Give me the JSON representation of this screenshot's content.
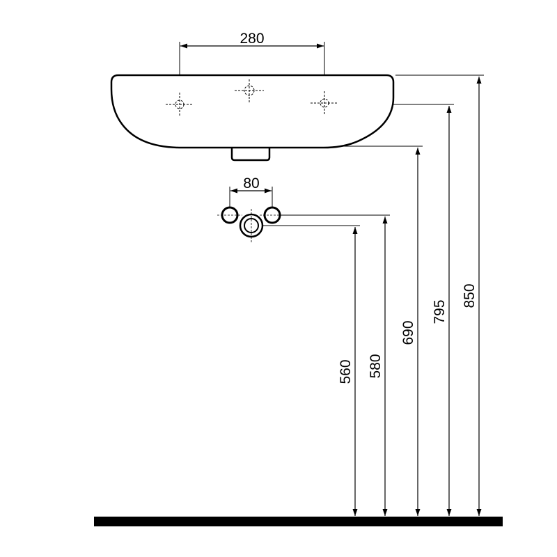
{
  "dimensions": {
    "tap_hole_spacing": "280",
    "supply_spacing": "80",
    "height_supply_low": "560",
    "height_supply_high": "580",
    "height_basin_bottom": "690",
    "height_basin_underside": "795",
    "height_basin_top": "850"
  },
  "colors": {
    "line": "#000000",
    "background": "#ffffff"
  }
}
